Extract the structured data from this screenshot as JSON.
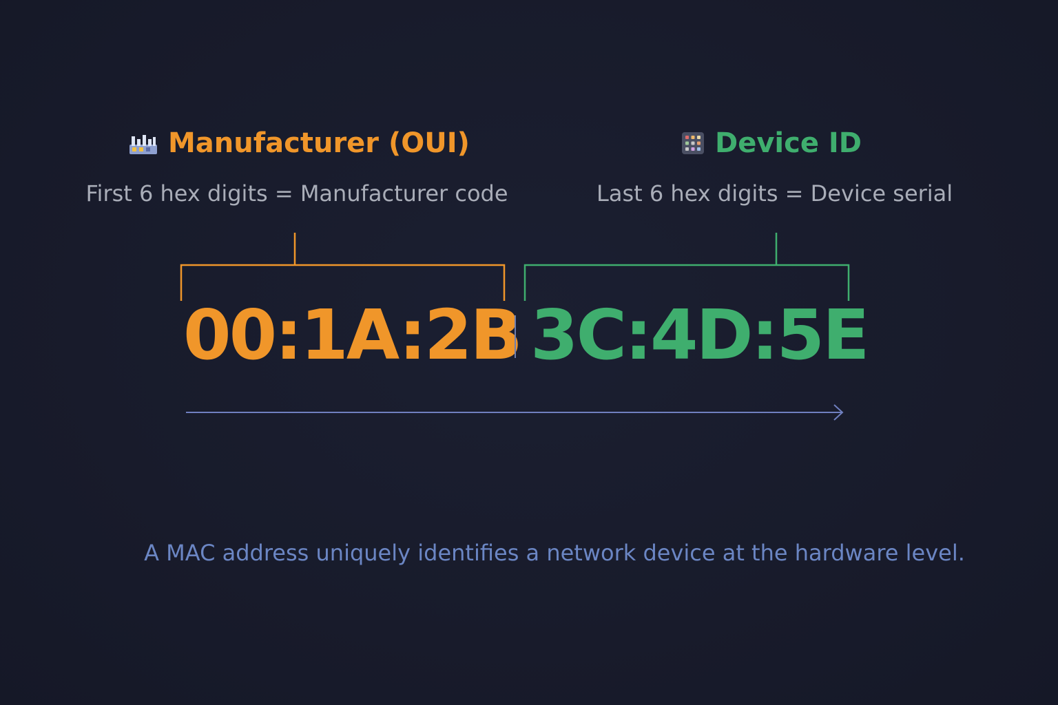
{
  "oui": {
    "title": "Manufacturer (OUI)",
    "icon": "factory-icon",
    "subtitle": "First 6 hex digits = Manufacturer code",
    "hex": "00:1A:2B",
    "color": "#f0962a"
  },
  "device": {
    "title": "Device ID",
    "icon": "keypad-icon",
    "subtitle": "Last 6 hex digits = Device serial",
    "hex": "3C:4D:5E",
    "color": "#3fae6e"
  },
  "caption": "A MAC address uniquely identifies a network device at the hardware level.",
  "colors": {
    "background": "#181c2c",
    "divider": "#6f7fb0",
    "arrow": "#7080c0",
    "caption": "#6b86c4",
    "subtitle": "#a9adb8"
  }
}
